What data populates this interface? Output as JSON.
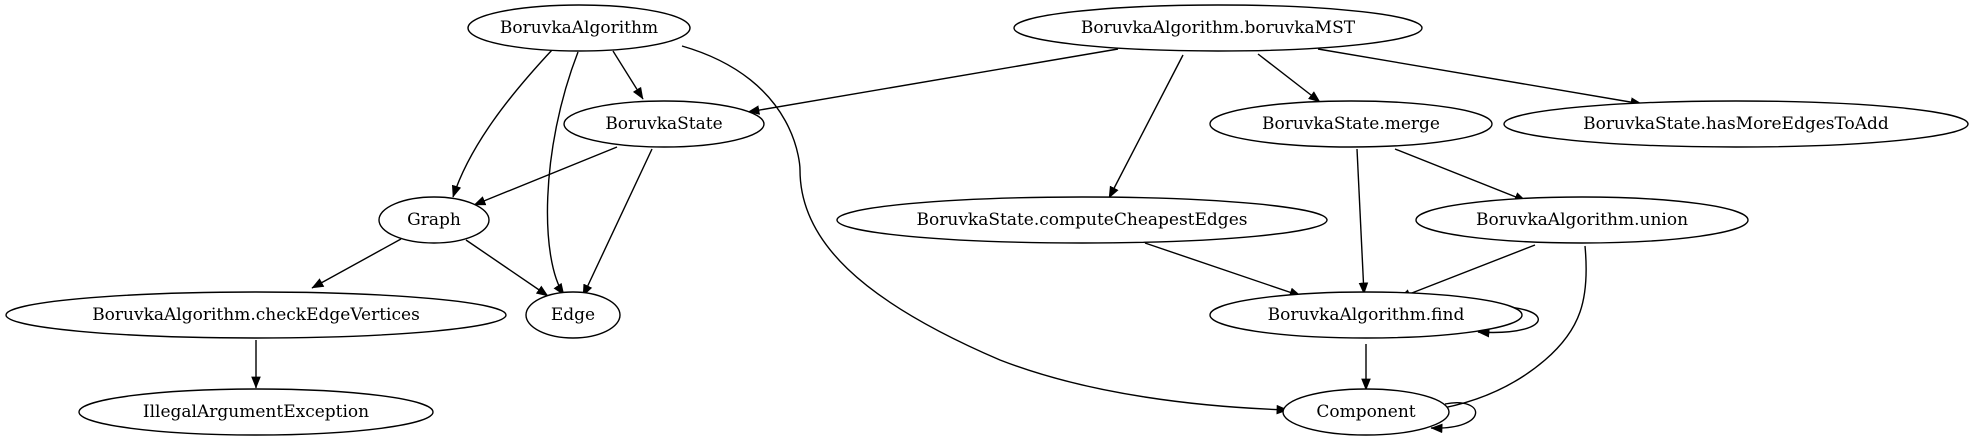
{
  "diagram": {
    "nodes": {
      "boruvka_algorithm": "BoruvkaAlgorithm",
      "boruvka_mst": "BoruvkaAlgorithm.boruvkaMST",
      "boruvka_state": "BoruvkaState",
      "state_merge": "BoruvkaState.merge",
      "has_more_edges": "BoruvkaState.hasMoreEdgesToAdd",
      "graph": "Graph",
      "compute_cheapest": "BoruvkaState.computeCheapestEdges",
      "algorithm_union": "BoruvkaAlgorithm.union",
      "check_edge_vertices": "BoruvkaAlgorithm.checkEdgeVertices",
      "edge": "Edge",
      "algorithm_find": "BoruvkaAlgorithm.find",
      "illegal_argument": "IllegalArgumentException",
      "component": "Component"
    },
    "edges": [
      [
        "boruvka_algorithm",
        "boruvka_state"
      ],
      [
        "boruvka_algorithm",
        "graph"
      ],
      [
        "boruvka_algorithm",
        "edge"
      ],
      [
        "boruvka_algorithm",
        "component"
      ],
      [
        "boruvka_mst",
        "boruvka_state"
      ],
      [
        "boruvka_mst",
        "state_merge"
      ],
      [
        "boruvka_mst",
        "has_more_edges"
      ],
      [
        "boruvka_mst",
        "compute_cheapest"
      ],
      [
        "boruvka_state",
        "graph"
      ],
      [
        "boruvka_state",
        "edge"
      ],
      [
        "graph",
        "check_edge_vertices"
      ],
      [
        "graph",
        "edge"
      ],
      [
        "check_edge_vertices",
        "illegal_argument"
      ],
      [
        "state_merge",
        "algorithm_find"
      ],
      [
        "state_merge",
        "algorithm_union"
      ],
      [
        "compute_cheapest",
        "algorithm_find"
      ],
      [
        "algorithm_union",
        "algorithm_find"
      ],
      [
        "algorithm_union",
        "component"
      ],
      [
        "algorithm_find",
        "algorithm_find"
      ],
      [
        "algorithm_find",
        "component"
      ],
      [
        "component",
        "component"
      ]
    ]
  }
}
